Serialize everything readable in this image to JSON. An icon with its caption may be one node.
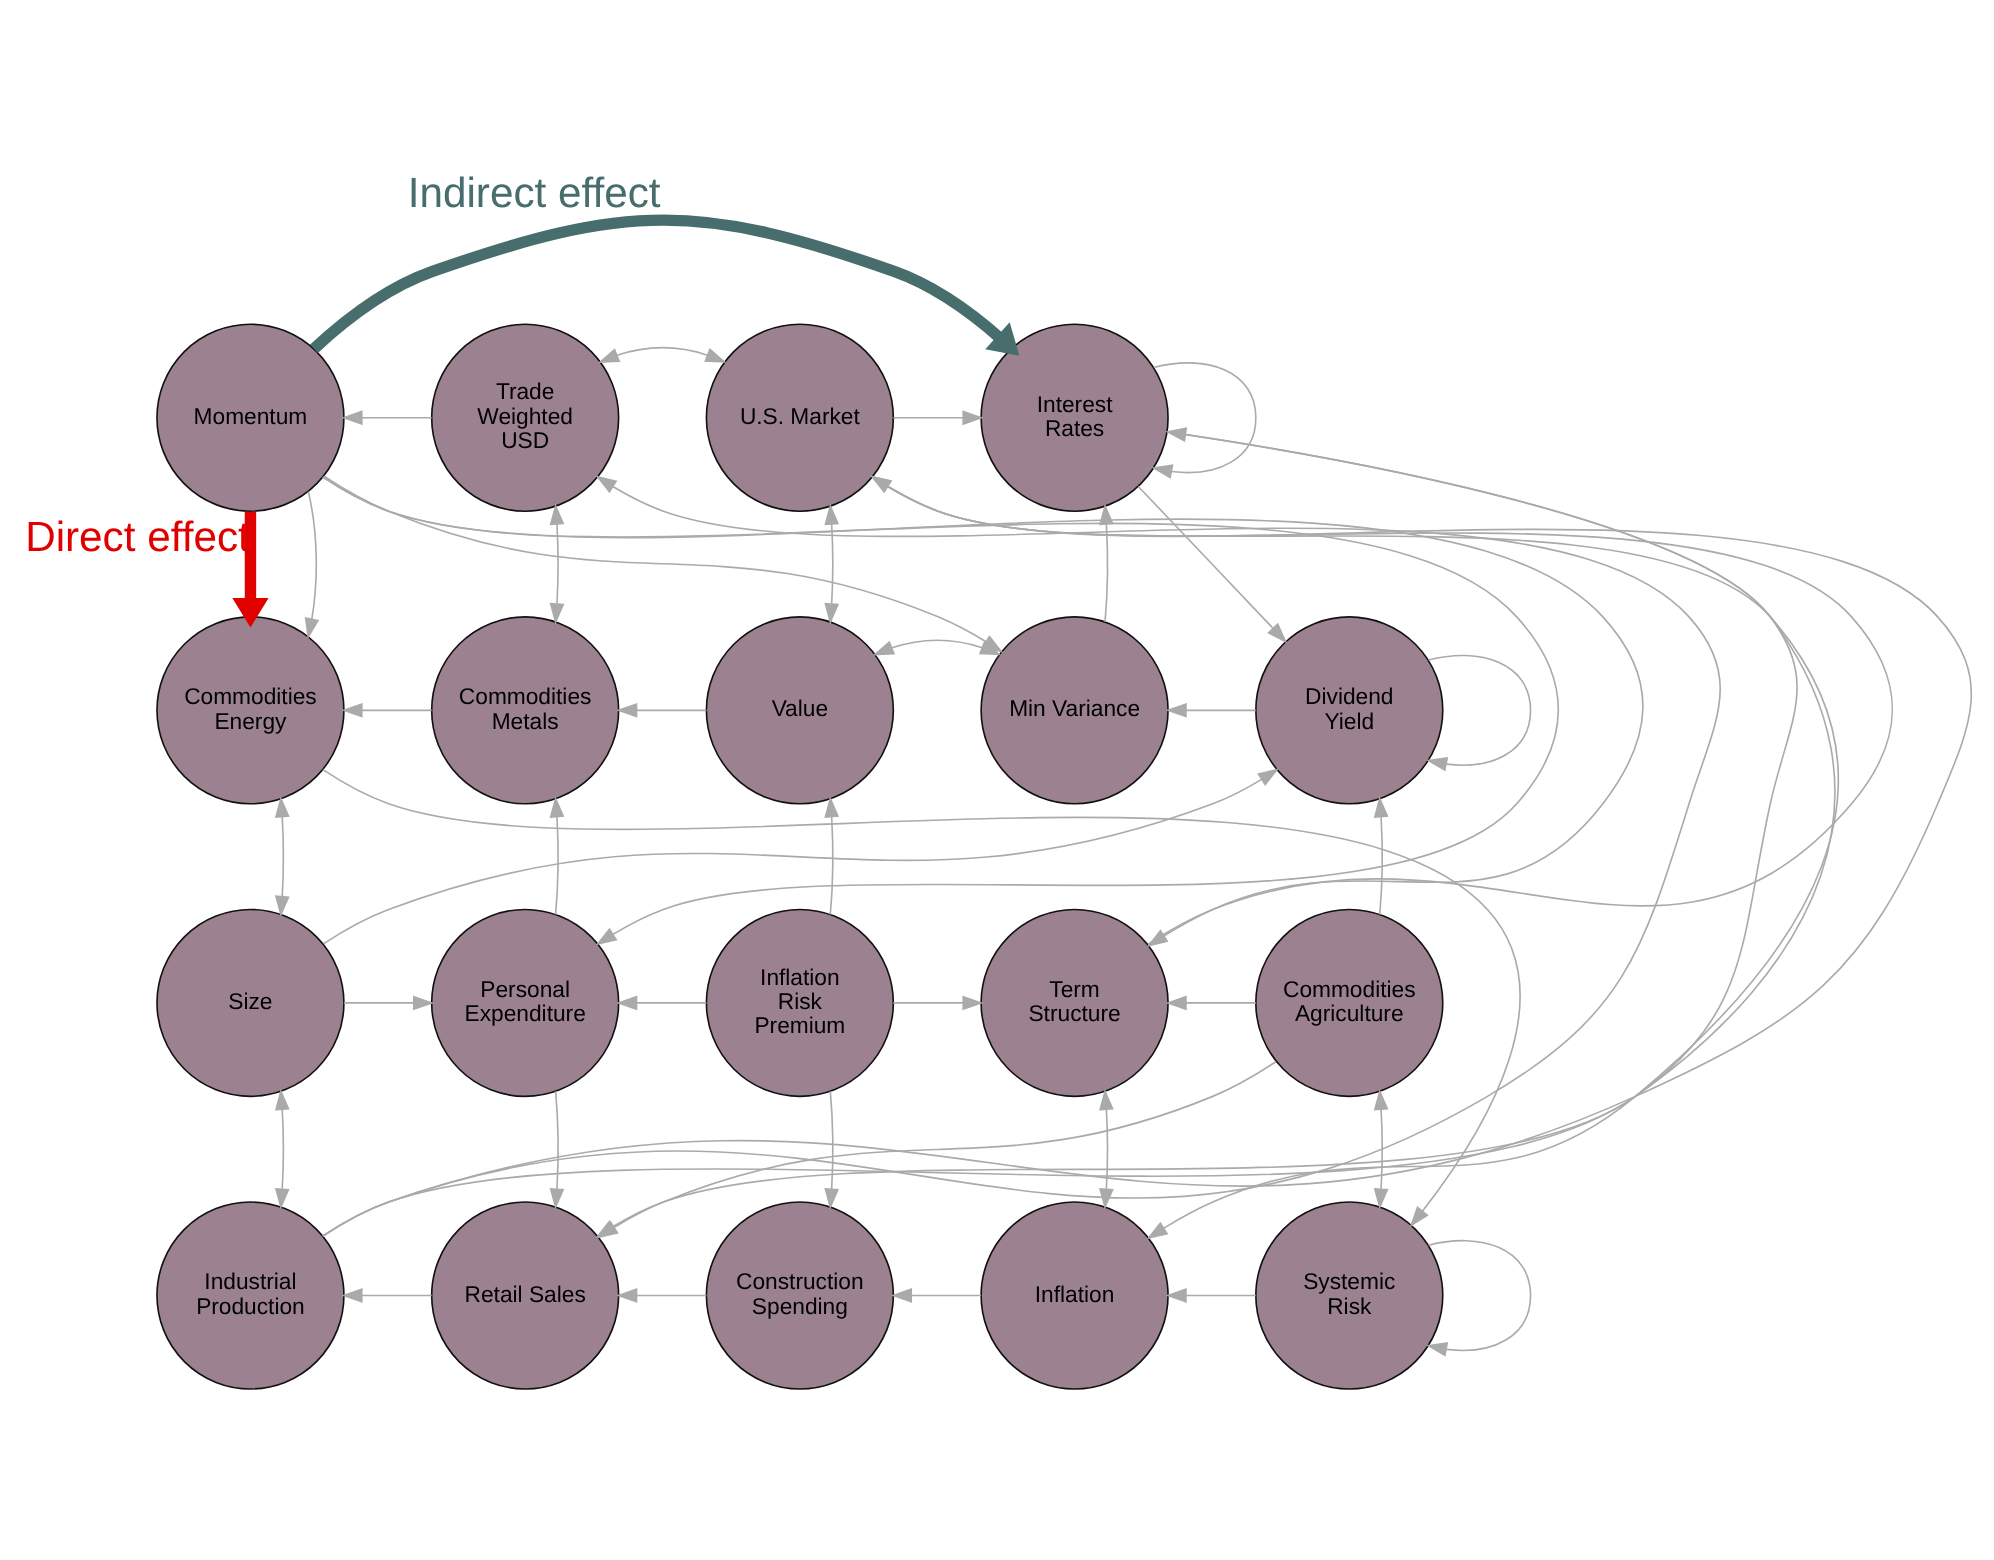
{
  "diagram": {
    "nodes": [
      {
        "text": [
          "Momentum"
        ]
      },
      {
        "text": [
          "Trade Weighted USD"
        ]
      },
      {
        "text": [
          "U.S. Market"
        ]
      },
      {
        "text": [
          "Interest Rates"
        ]
      },
      {
        "text": [
          "Commodities Energy"
        ]
      },
      {
        "text": [
          "Commodities Metals"
        ]
      },
      {
        "text": [
          "Value"
        ]
      },
      {
        "text": [
          "Min Variance"
        ]
      },
      {
        "text": [
          "Dividend Yield"
        ]
      },
      {
        "text": [
          "Size"
        ]
      },
      {
        "text": [
          "Personal Expenditure"
        ]
      },
      {
        "text": [
          "Inflation Risk Premium"
        ]
      },
      {
        "text": [
          "Term Structure"
        ]
      },
      {
        "text": [
          "Commodities Agriculture"
        ]
      },
      {
        "text": [
          "Industrial Production"
        ]
      },
      {
        "text": [
          "Retail Sales"
        ]
      },
      {
        "text": [
          "Construction Spending"
        ]
      },
      {
        "text": [
          "Inflation"
        ]
      },
      {
        "text": [
          "Systemic Risk"
        ]
      }
    ],
    "edges": [
      {
        "from": 0,
        "to": 3,
        "arrow": "to",
        "label": "Indirect effect",
        "style": "thick",
        "color": "#476e6c"
      },
      {
        "from": 0,
        "to": 4,
        "arrow": "to",
        "label": "Direct effect",
        "style": "thick",
        "color": "#e00000"
      },
      {
        "from": 1,
        "to": 0,
        "arrow": "to"
      },
      {
        "from": 1,
        "to": 2,
        "arrow": "both"
      },
      {
        "from": 2,
        "to": 3,
        "arrow": "to"
      },
      {
        "from": 3,
        "to": 3,
        "arrow": "to"
      },
      {
        "from": 0,
        "to": 4,
        "arrow": "to"
      },
      {
        "from": 1,
        "to": 5,
        "arrow": "both"
      },
      {
        "from": 2,
        "to": 6,
        "arrow": "both"
      },
      {
        "from": 7,
        "to": 3,
        "arrow": "to"
      },
      {
        "from": 3,
        "to": 8,
        "arrow": "to"
      },
      {
        "from": 5,
        "to": 4,
        "arrow": "to"
      },
      {
        "from": 6,
        "to": 5,
        "arrow": "to"
      },
      {
        "from": 6,
        "to": 7,
        "arrow": "both"
      },
      {
        "from": 8,
        "to": 7,
        "arrow": "to"
      },
      {
        "from": 8,
        "to": 8,
        "arrow": "to"
      },
      {
        "from": 4,
        "to": 9,
        "arrow": "both"
      },
      {
        "from": 10,
        "to": 5,
        "arrow": "to"
      },
      {
        "from": 11,
        "to": 6,
        "arrow": "to"
      },
      {
        "from": 13,
        "to": 8,
        "arrow": "to"
      },
      {
        "from": 9,
        "to": 10,
        "arrow": "to"
      },
      {
        "from": 11,
        "to": 10,
        "arrow": "to"
      },
      {
        "from": 11,
        "to": 12,
        "arrow": "to"
      },
      {
        "from": 13,
        "to": 12,
        "arrow": "to"
      },
      {
        "from": 9,
        "to": 14,
        "arrow": "both"
      },
      {
        "from": 10,
        "to": 15,
        "arrow": "to"
      },
      {
        "from": 11,
        "to": 16,
        "arrow": "to"
      },
      {
        "from": 12,
        "to": 17,
        "arrow": "both"
      },
      {
        "from": 13,
        "to": 18,
        "arrow": "both"
      },
      {
        "from": 15,
        "to": 14,
        "arrow": "to"
      },
      {
        "from": 16,
        "to": 15,
        "arrow": "to"
      },
      {
        "from": 17,
        "to": 16,
        "arrow": "to"
      },
      {
        "from": 18,
        "to": 17,
        "arrow": "to"
      },
      {
        "from": 18,
        "to": 18,
        "arrow": "to"
      },
      {
        "from": 0,
        "to": 10,
        "arrow": "to"
      },
      {
        "from": 0,
        "to": 7,
        "arrow": "to"
      },
      {
        "from": 0,
        "to": 12,
        "arrow": "to"
      },
      {
        "from": 14,
        "to": 1,
        "arrow": "to"
      },
      {
        "from": 14,
        "to": 2,
        "arrow": "to"
      },
      {
        "from": 14,
        "to": 3,
        "arrow": "to"
      },
      {
        "from": 9,
        "to": 8,
        "arrow": "to"
      },
      {
        "from": 4,
        "to": 18,
        "arrow": "to"
      },
      {
        "from": 2,
        "to": 17,
        "arrow": "to"
      },
      {
        "from": 3,
        "to": 15,
        "arrow": "to"
      },
      {
        "from": 12,
        "to": 2,
        "arrow": "to"
      },
      {
        "from": 13,
        "to": 15,
        "arrow": "to"
      }
    ]
  }
}
